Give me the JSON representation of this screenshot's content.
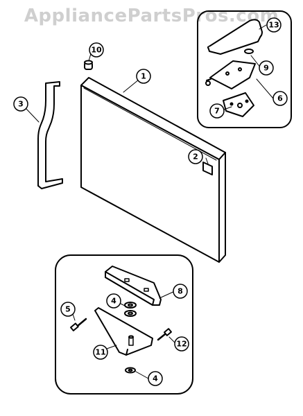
{
  "watermark": "AppliancePartsPros.com",
  "callouts": {
    "c1": "1",
    "c2": "2",
    "c3": "3",
    "c4a": "4",
    "c4b": "4",
    "c5": "5",
    "c6": "6",
    "c7": "7",
    "c8": "8",
    "c9": "9",
    "c10": "10",
    "c11": "11",
    "c12": "12",
    "c13": "13"
  },
  "colors": {
    "line": "#000000",
    "background": "#ffffff",
    "watermark": "#cfcfcf"
  }
}
